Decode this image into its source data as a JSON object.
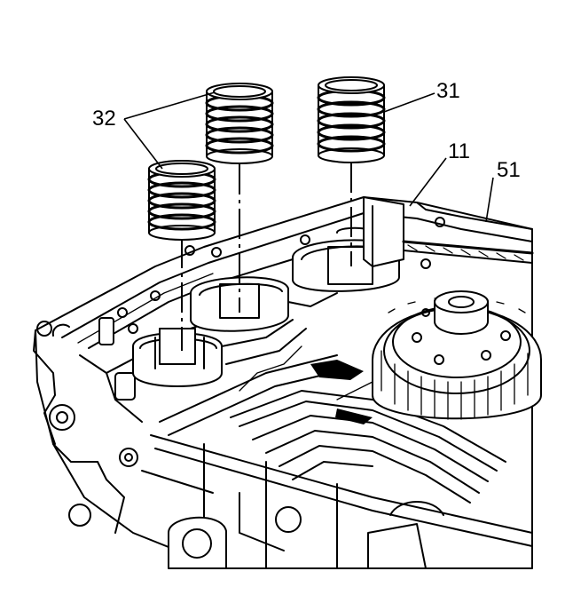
{
  "callouts": {
    "c32": "32",
    "c31": "31",
    "c11": "11",
    "c51": "51"
  },
  "icons": [
    "accumulator-spring-icon",
    "transmission-case-icon",
    "drive-sprocket-icon"
  ],
  "colors": {
    "line": "#000000",
    "background": "#ffffff"
  }
}
